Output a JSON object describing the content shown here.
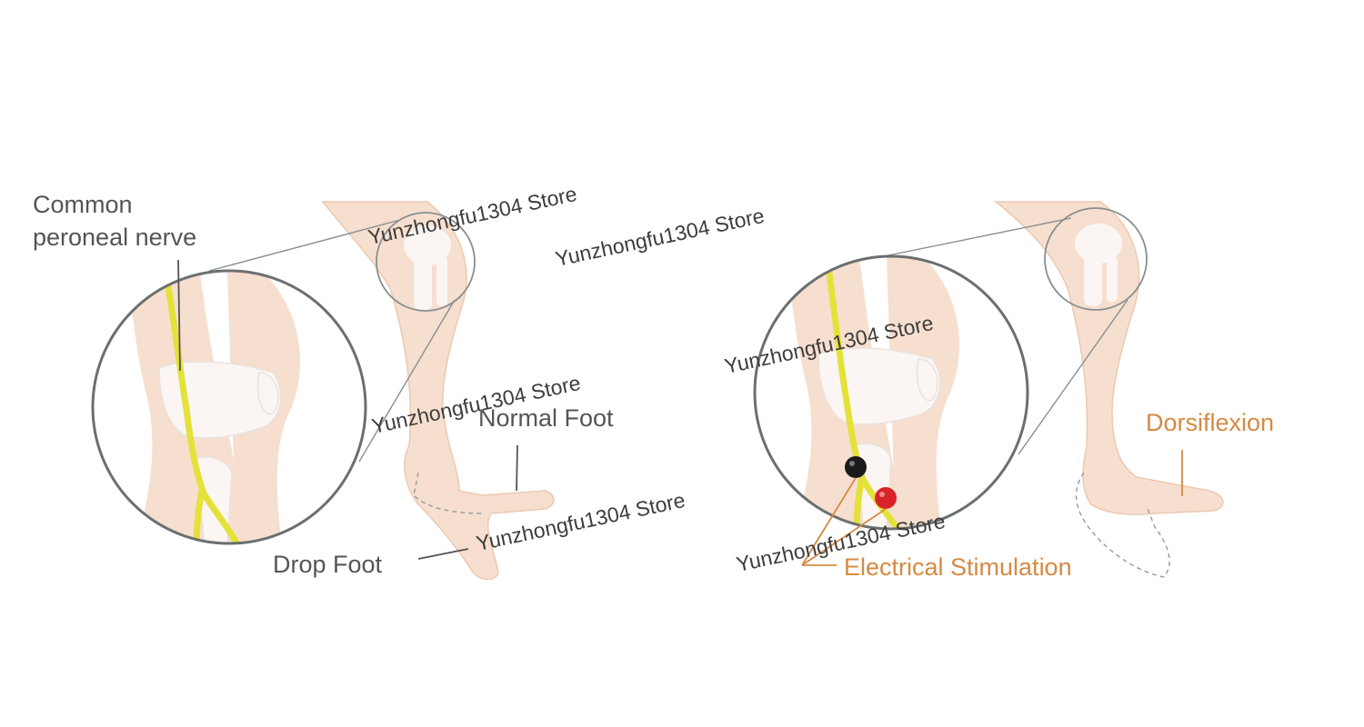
{
  "labels": {
    "nerve_line1": "Common",
    "nerve_line2": "peroneal nerve",
    "normal_foot": "Normal Foot",
    "drop_foot": "Drop Foot",
    "dorsiflexion": "Dorsiflexion",
    "electrical_stimulation": "Electrical Stimulation"
  },
  "watermark": "Yunzhongfu1304 Store",
  "colors": {
    "skin": "#f6dfcf",
    "skin_outline": "#ecc9b2",
    "bone": "#fbf6f3",
    "nerve": "#e4e23a",
    "ring": "#6a6f6f",
    "label_gray": "#555555",
    "label_orange": "#d58a43",
    "electrode_black": "#1a1a1a",
    "electrode_red": "#d9232a"
  }
}
